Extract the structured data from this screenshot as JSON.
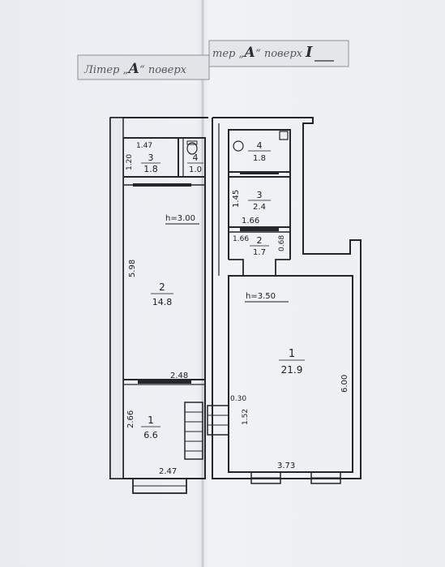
{
  "stamp": {
    "left": {
      "prefix": "Літер „",
      "letter": "А",
      "middle": "“ поверх",
      "floor": ""
    },
    "right": {
      "prefix": "тер „",
      "letter": "А",
      "middle": "“ поверх",
      "floor": "I"
    }
  },
  "left_unit": {
    "rooms": [
      {
        "number": "3",
        "area": "1.8"
      },
      {
        "number": "4",
        "area": "1.0"
      },
      {
        "number": "2",
        "area": "14.8"
      },
      {
        "number": "1",
        "area": "6.6"
      }
    ],
    "dimensions": {
      "top_width": "1.47",
      "wc_height": "1.20",
      "main_length": "5.98",
      "ceiling_height": "h=3.00",
      "hall_width": "2.48",
      "hall_depth": "2.66",
      "bottom_width": "2.47"
    }
  },
  "right_unit": {
    "rooms": [
      {
        "number": "4",
        "area": "1.8"
      },
      {
        "number": "3",
        "area": "2.4"
      },
      {
        "number": "2",
        "area": "1.7"
      },
      {
        "number": "1",
        "area": "21.9"
      }
    ],
    "dimensions": {
      "room3_height": "1.45",
      "room3_width": "1.66",
      "room2_width": "1.66",
      "room2_depth": "0.68",
      "ceiling_height": "h=3.50",
      "main_length": "6.00",
      "main_width": "3.73",
      "steps_offset": "0.30",
      "steps_length": "1.52"
    }
  }
}
